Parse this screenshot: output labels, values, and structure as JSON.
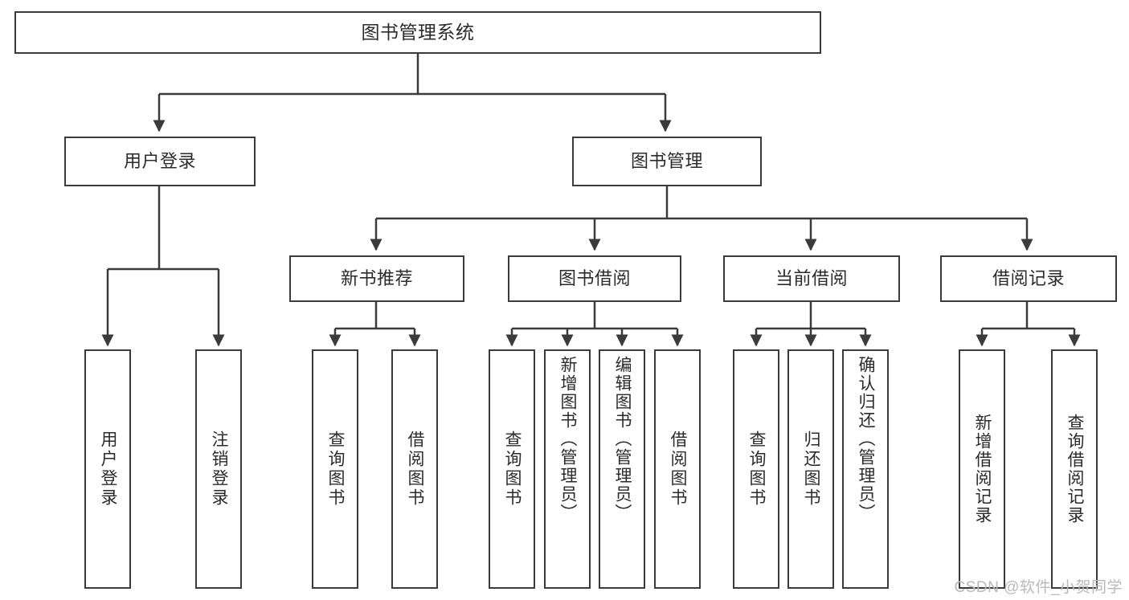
{
  "diagram": {
    "title": "图书管理系统",
    "type": "tree-hierarchy",
    "watermark": "CSDN @软件_小贺同学",
    "colors": {
      "stroke": "#3b3b3b",
      "fill": "#ffffff",
      "text": "#2b2b2b",
      "watermark": "#b9b9b9"
    },
    "root": {
      "label": "图书管理系统"
    },
    "level2": [
      {
        "label": "用户登录"
      },
      {
        "label": "图书管理"
      }
    ],
    "level3": [
      {
        "label": "新书推荐"
      },
      {
        "label": "图书借阅"
      },
      {
        "label": "当前借阅"
      },
      {
        "label": "借阅记录"
      }
    ],
    "leaves": {
      "user_login": [
        {
          "label": "用户登录"
        },
        {
          "label": "注销登录"
        }
      ],
      "new_book_recommend": [
        {
          "label": "查询图书"
        },
        {
          "label": "借阅图书"
        }
      ],
      "book_borrow": [
        {
          "label": "查询图书"
        },
        {
          "label": "新增图书（管理员）"
        },
        {
          "label": "编辑图书（管理员）"
        },
        {
          "label": "借阅图书"
        }
      ],
      "current_borrow": [
        {
          "label": "查询图书"
        },
        {
          "label": "归还图书"
        },
        {
          "label": "确认归还（管理员）"
        }
      ],
      "borrow_record": [
        {
          "label": "新增借阅记录"
        },
        {
          "label": "查询借阅记录"
        }
      ]
    }
  }
}
